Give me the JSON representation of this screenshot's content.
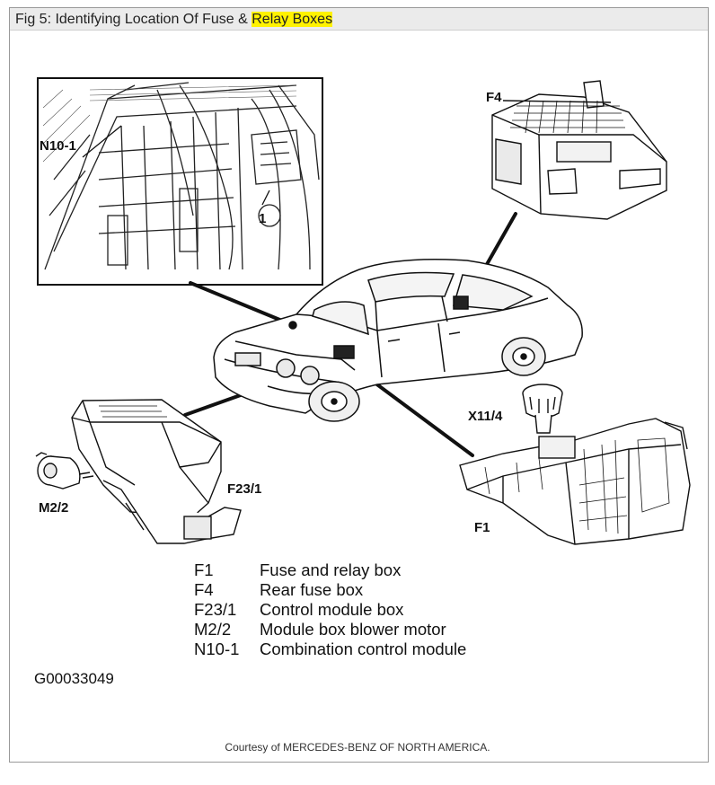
{
  "title": {
    "prefix": "Fig 5: Identifying Location Of Fuse & ",
    "highlighted": "Relay Boxes"
  },
  "callouts": {
    "n10_1": "N10-1",
    "one": "1",
    "f4": "F4",
    "x11_4": "X11/4",
    "f23_1": "F23/1",
    "m2_2": "M2/2",
    "f1": "F1"
  },
  "legend": [
    {
      "code": "F1",
      "description": "Fuse and relay box"
    },
    {
      "code": "F4",
      "description": "Rear fuse box"
    },
    {
      "code": "F23/1",
      "description": "Control module box"
    },
    {
      "code": "M2/2",
      "description": "Module box blower motor"
    },
    {
      "code": "N10-1",
      "description": "Combination control module"
    }
  ],
  "graphic_code": "G00033049",
  "courtesy": "Courtesy of MERCEDES-BENZ OF NORTH AMERICA."
}
